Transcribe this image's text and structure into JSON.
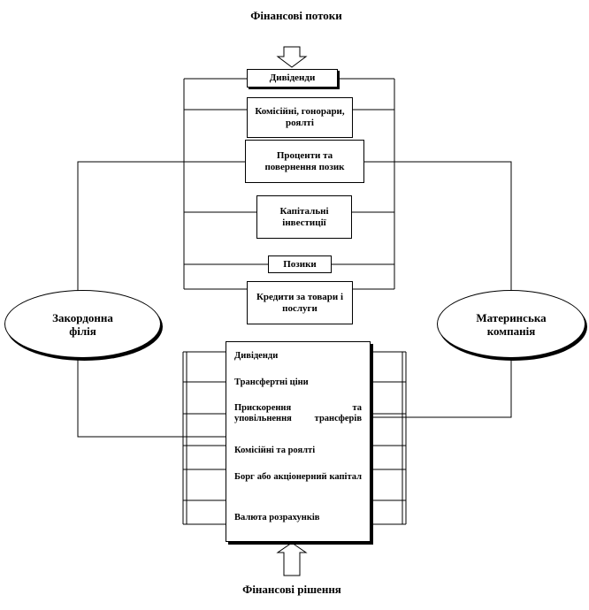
{
  "top_title": "Фінансові потоки",
  "bottom_title": "Фінансові рішення",
  "left_entity": "Закордонна філія",
  "right_entity": "Материнська компанія",
  "flows": [
    "Дивіденди",
    "Комісійні, гонорари, роялті",
    "Проценти та повернення позик",
    "Капітальні інвестиції",
    "Позики",
    "Кредити за товари і послуги"
  ],
  "decisions": [
    "Дивіденди",
    "Трансфертні ціни",
    "Прискорення та уповільнення трансферів",
    "Комісійні та роялті",
    "Борг або акціонерний капітал",
    "Валюта розрахунків"
  ]
}
